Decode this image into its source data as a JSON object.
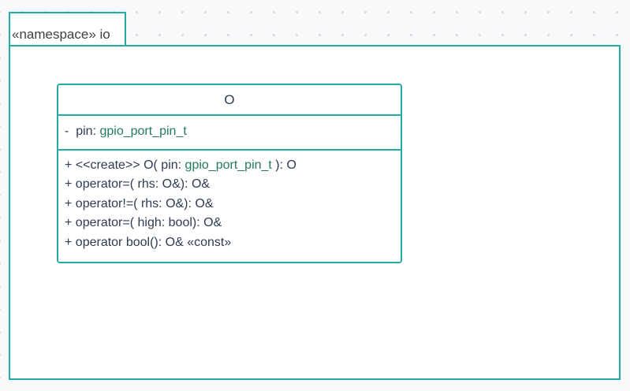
{
  "colors": {
    "accent": "#22aca8",
    "text_dark": "#2e3b52",
    "type_green": "#237a60",
    "tab_text": "#3f3f3f",
    "canvas_bg": "#f8f9fb",
    "canvas_dot": "#d9dbdf",
    "shape_fill": "#ffffff"
  },
  "package": {
    "tab_label": "«namespace» io"
  },
  "class_box": {
    "title": "O",
    "attributes": [
      {
        "segments": [
          {
            "text": "-  pin: ",
            "kind": "plain"
          },
          {
            "text": "gpio_port_pin_t",
            "kind": "type"
          }
        ]
      }
    ],
    "methods": [
      {
        "segments": [
          {
            "text": "+ <<create>> O( pin: ",
            "kind": "plain"
          },
          {
            "text": "gpio_port_pin_t",
            "kind": "type"
          },
          {
            "text": " ): O",
            "kind": "plain"
          }
        ]
      },
      {
        "segments": [
          {
            "text": "+ operator=( rhs: O&): O&",
            "kind": "plain"
          }
        ]
      },
      {
        "segments": [
          {
            "text": "+ operator!=( rhs: O&): O&",
            "kind": "plain"
          }
        ]
      },
      {
        "segments": [
          {
            "text": "+ operator=( high: bool): O&",
            "kind": "plain"
          }
        ]
      },
      {
        "segments": [
          {
            "text": "+ operator bool(): O& «const»",
            "kind": "plain"
          }
        ]
      }
    ]
  }
}
